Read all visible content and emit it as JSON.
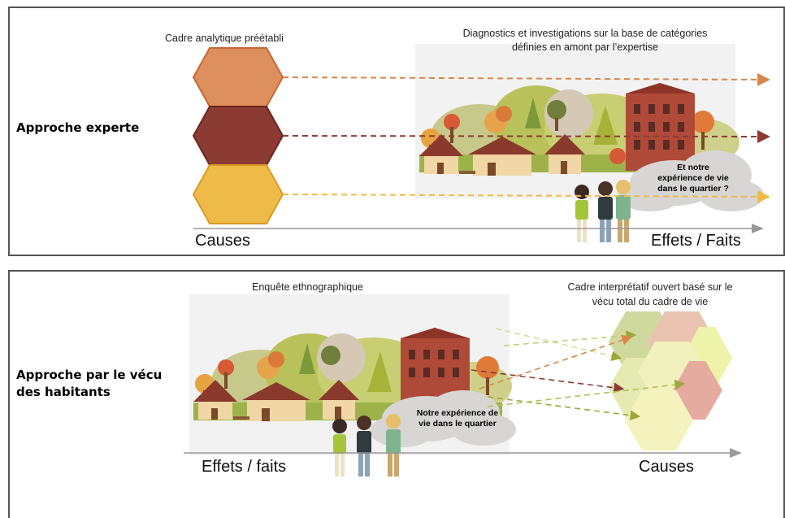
{
  "panel_top": {
    "row_label": "Approche experte",
    "frame_caption": "Cadre analytique préétabli",
    "diagnostic_line1": "Diagnostics et investigations sur la base de catégories",
    "diagnostic_line2": "définies en amont par l’expertise",
    "cloud_line1": "Et notre",
    "cloud_line2": "expérience de vie",
    "cloud_line3": "dans le quartier ?",
    "axis_left": "Causes",
    "axis_right": "Effets / Faits",
    "hexagon_colors": [
      "#dd8f5d",
      "#8c3b33",
      "#eebb48"
    ]
  },
  "panel_bottom": {
    "row_label_line1": "Approche par le vécu",
    "row_label_line2": "des habitants",
    "survey_caption": "Enquête ethnographique",
    "frame_line1": "Cadre interprétatif ouvert basé sur le",
    "frame_line2": "vécu total du cadre de vie",
    "cloud_line1": "Notre expérience de",
    "cloud_line2": "vie dans le quartier",
    "axis_left": "Effets / faits",
    "axis_right": "Causes"
  }
}
